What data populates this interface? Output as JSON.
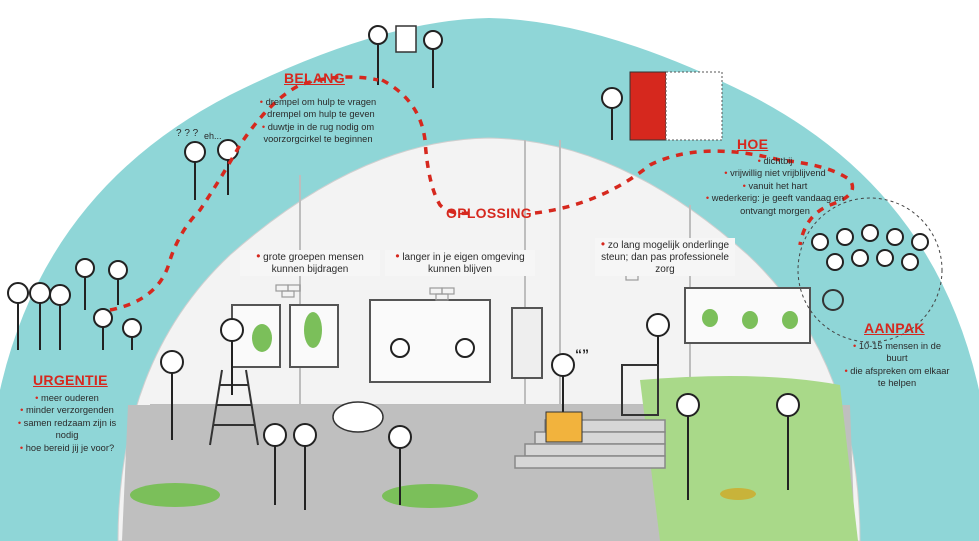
{
  "sections": {
    "belang": {
      "heading": "BELANG",
      "items": [
        "drempel om hulp te vragen",
        "drempel om hulp te geven",
        "duwtje in de rug nodig om voorzorgcirkel te beginnen"
      ]
    },
    "hoe": {
      "heading": "HOE",
      "items": [
        "dichtbij",
        "vrijwillig niet vrijblijvend",
        "vanuit het hart",
        "wederkerig: je geeft vandaag en ontvangt morgen"
      ]
    },
    "oplossing": {
      "heading": "OPLOSSING"
    },
    "urgentie": {
      "heading": "URGENTIE",
      "items": [
        "meer ouderen",
        "minder verzorgenden",
        "samen redzaam zijn is nodig",
        "hoe bereid jij je voor?"
      ]
    },
    "aanpak": {
      "heading": "AANPAK",
      "items": [
        "10-15 mensen in de buurt",
        "die afspreken om elkaar te helpen"
      ]
    }
  },
  "banner": [
    "grote groepen mensen kunnen bijdragen",
    "langer in je eigen omgeving kunnen blijven",
    "zo lang mogelijk onderlinge steun; dan pas professionele zorg"
  ],
  "doodles": {
    "question_marks": "? ? ?",
    "eh": "eh...",
    "quote_mark": "“”"
  },
  "colors": {
    "arch_teal": "#8fd6d7",
    "accent_red": "#d6281e",
    "ground_grey": "#bfbfbf",
    "lawn_green": "#7bbf5a"
  }
}
